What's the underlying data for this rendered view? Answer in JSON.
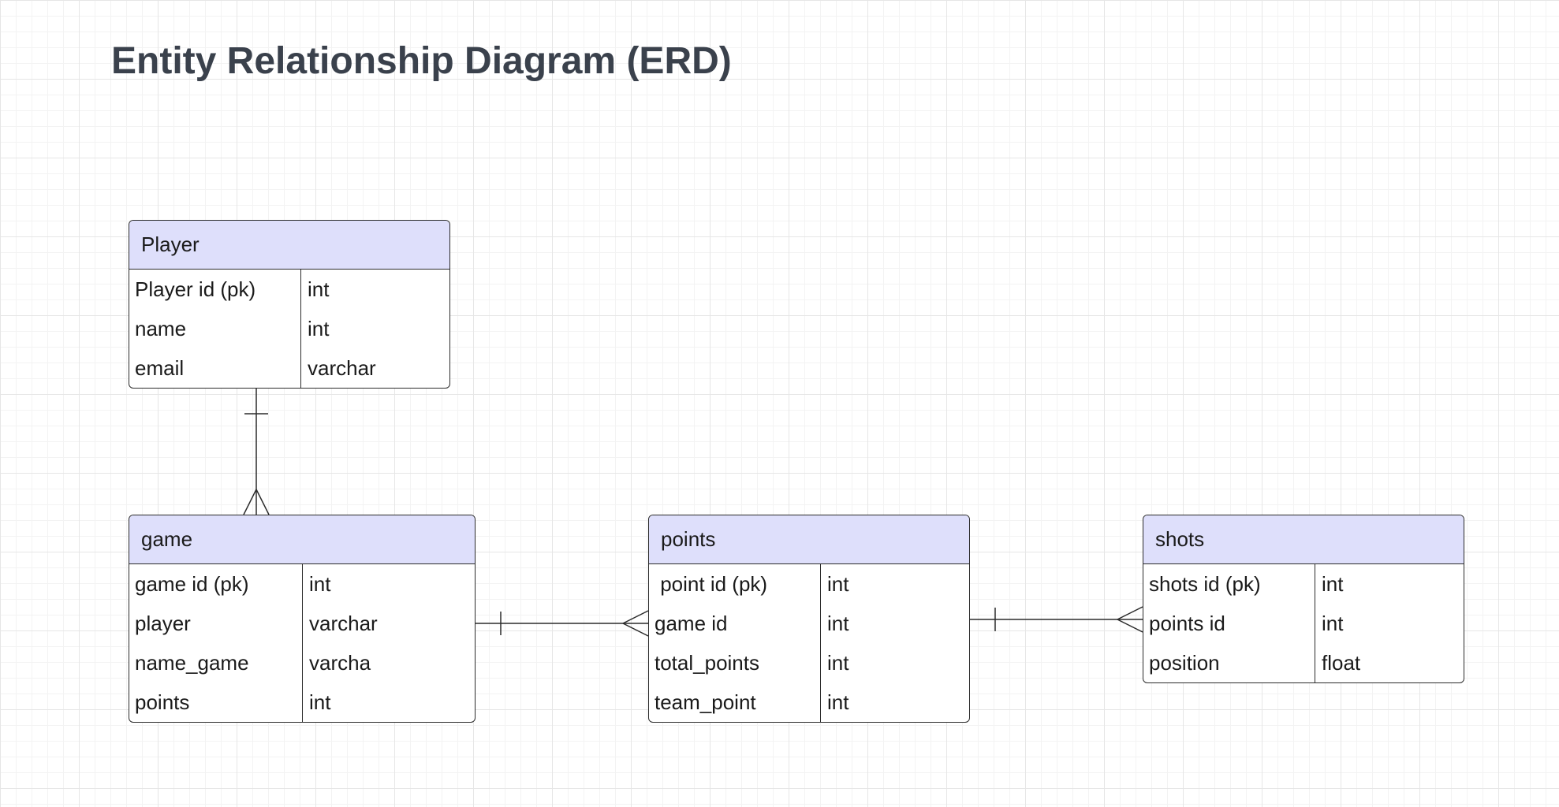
{
  "title": "Entity Relationship Diagram (ERD)",
  "entities": {
    "player": {
      "name": "Player",
      "fields": [
        {
          "name": "Player id (pk)",
          "type": "int"
        },
        {
          "name": "name",
          "type": "int"
        },
        {
          "name": "email",
          "type": "varchar"
        }
      ]
    },
    "game": {
      "name": "game",
      "fields": [
        {
          "name": "game id (pk)",
          "type": "int"
        },
        {
          "name": "player",
          "type": "varchar"
        },
        {
          "name": "name_game",
          "type": "varcha"
        },
        {
          "name": "points",
          "type": "int"
        }
      ]
    },
    "points": {
      "name": "points",
      "fields": [
        {
          "name": " point id (pk)",
          "type": "int"
        },
        {
          "name": "game id",
          "type": "int"
        },
        {
          "name": "total_points",
          "type": "int"
        },
        {
          "name": "team_point",
          "type": "int"
        }
      ]
    },
    "shots": {
      "name": "shots",
      "fields": [
        {
          "name": "shots id (pk)",
          "type": "int"
        },
        {
          "name": "points id",
          "type": "int"
        },
        {
          "name": "position",
          "type": "float"
        }
      ]
    }
  },
  "relationships": [
    {
      "from": "Player",
      "to": "game",
      "from_cardinality": "one",
      "to_cardinality": "many"
    },
    {
      "from": "game",
      "to": "points",
      "from_cardinality": "one",
      "to_cardinality": "many"
    },
    {
      "from": "points",
      "to": "shots",
      "from_cardinality": "one",
      "to_cardinality": "many"
    }
  ]
}
